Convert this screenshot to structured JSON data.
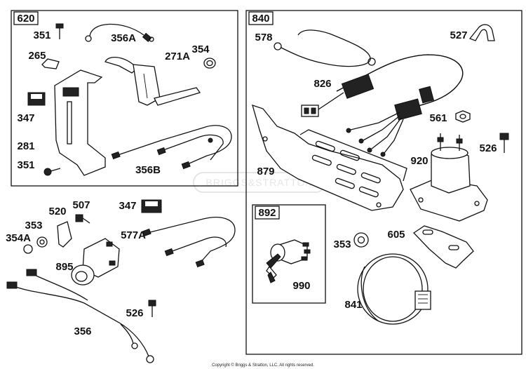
{
  "groups": [
    {
      "id": "620",
      "label": "620"
    },
    {
      "id": "840",
      "label": "840"
    },
    {
      "id": "892",
      "label": "892"
    }
  ],
  "part_labels": {
    "p351a": "351",
    "p356A": "356A",
    "p265": "265",
    "p271A": "271A",
    "p354": "354",
    "p347a": "347",
    "p281": "281",
    "p351b": "351",
    "p356B": "356B",
    "p507": "507",
    "p520": "520",
    "p353a": "353",
    "p354A": "354A",
    "p895": "895",
    "p347b": "347",
    "p577A": "577A",
    "p526a": "526",
    "p356": "356",
    "p578": "578",
    "p527": "527",
    "p826": "826",
    "p561": "561",
    "p526b": "526",
    "p920": "920",
    "p879": "879",
    "p605": "605",
    "p353b": "353",
    "p990": "990",
    "p841": "841"
  },
  "watermark": "BRIGGS&STRATTON",
  "copyright": "Copyright © Briggs & Stratton, LLC. All rights reserved."
}
